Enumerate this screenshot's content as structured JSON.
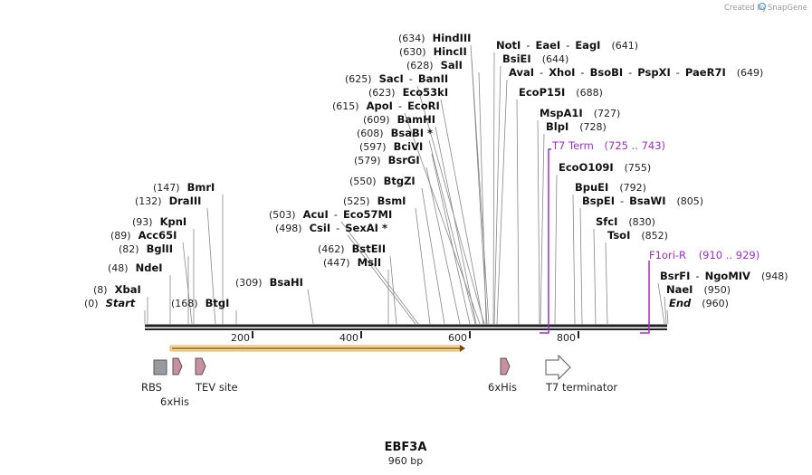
{
  "watermark": {
    "created_by": "Created by",
    "brand": "SnapGene"
  },
  "construct": {
    "name": "EBF3A",
    "length_label": "960 bp"
  },
  "sites": [
    {
      "pos": "(0)",
      "names": [
        "Start"
      ],
      "italic": true
    },
    {
      "pos": "(8)",
      "names": [
        "XbaI"
      ]
    },
    {
      "pos": "(48)",
      "names": [
        "NdeI"
      ]
    },
    {
      "pos": "(82)",
      "names": [
        "BglII"
      ]
    },
    {
      "pos": "(89)",
      "names": [
        "Acc65I"
      ]
    },
    {
      "pos": "(93)",
      "names": [
        "KpnI"
      ]
    },
    {
      "pos": "(132)",
      "names": [
        "DraIII"
      ]
    },
    {
      "pos": "(147)",
      "names": [
        "BmrI"
      ]
    },
    {
      "pos": "(168)",
      "names": [
        "BtgI"
      ]
    },
    {
      "pos": "(309)",
      "names": [
        "BsaHI"
      ]
    },
    {
      "pos": "(447)",
      "names": [
        "MslI"
      ]
    },
    {
      "pos": "(462)",
      "names": [
        "BstEII"
      ]
    },
    {
      "pos": "(498)",
      "names": [
        "CsiI",
        "SexAI *"
      ]
    },
    {
      "pos": "(503)",
      "names": [
        "AcuI",
        "Eco57MI"
      ]
    },
    {
      "pos": "(525)",
      "names": [
        "BsmI"
      ]
    },
    {
      "pos": "(550)",
      "names": [
        "BtgZI"
      ]
    },
    {
      "pos": "(579)",
      "names": [
        "BsrGI"
      ]
    },
    {
      "pos": "(597)",
      "names": [
        "BciVI"
      ]
    },
    {
      "pos": "(608)",
      "names": [
        "BsaBI *"
      ]
    },
    {
      "pos": "(609)",
      "names": [
        "BamHI"
      ]
    },
    {
      "pos": "(615)",
      "names": [
        "ApoI",
        "EcoRI"
      ]
    },
    {
      "pos": "(623)",
      "names": [
        "Eco53kI"
      ]
    },
    {
      "pos": "(625)",
      "names": [
        "SacI",
        "BanII"
      ]
    },
    {
      "pos": "(628)",
      "names": [
        "SalI"
      ]
    },
    {
      "pos": "(630)",
      "names": [
        "HincII"
      ]
    },
    {
      "pos": "(634)",
      "names": [
        "HindIII"
      ]
    },
    {
      "pos": "(641)",
      "names": [
        "NotI",
        "EaeI",
        "EagI"
      ]
    },
    {
      "pos": "(644)",
      "names": [
        "BsiEI"
      ]
    },
    {
      "pos": "(649)",
      "names": [
        "AvaI",
        "XhoI",
        "BsoBI",
        "PspXI",
        "PaeR7I"
      ]
    },
    {
      "pos": "(688)",
      "names": [
        "EcoP15I"
      ]
    },
    {
      "pos": "(727)",
      "names": [
        "MspA1I"
      ]
    },
    {
      "pos": "(728)",
      "names": [
        "BlpI"
      ]
    },
    {
      "pos": "(755)",
      "names": [
        "EcoO109I"
      ]
    },
    {
      "pos": "(792)",
      "names": [
        "BpuEI"
      ]
    },
    {
      "pos": "(805)",
      "names": [
        "BspEI",
        "BsaWI"
      ]
    },
    {
      "pos": "(830)",
      "names": [
        "SfcI"
      ]
    },
    {
      "pos": "(852)",
      "names": [
        "TsoI"
      ]
    },
    {
      "pos": "(948)",
      "names": [
        "BsrFI",
        "NgoMIV"
      ]
    },
    {
      "pos": "(950)",
      "names": [
        "NaeI"
      ]
    },
    {
      "pos": "(960)",
      "names": [
        "End"
      ],
      "italic": true
    }
  ],
  "primers": [
    {
      "name": "T7 Term",
      "range": "(725 .. 743)",
      "color": "#9b30c9"
    },
    {
      "name": "F1ori-R",
      "range": "(910 .. 929)",
      "color": "#9b30c9"
    }
  ],
  "ruler_ticks": [
    "200",
    "400",
    "600",
    "800"
  ],
  "features": [
    {
      "label": "RBS",
      "shape": "box",
      "color": "#9a9ba1"
    },
    {
      "label": "6xHis",
      "shape": "arrow",
      "color": "#c9909f"
    },
    {
      "label": "TEV site",
      "shape": "arrow",
      "color": "#c9909f"
    },
    {
      "label": "6xHis",
      "shape": "arrow",
      "color": "#c9909f"
    },
    {
      "label": "T7 terminator",
      "shape": "arrow-outline",
      "color": "#ffffff"
    }
  ],
  "orf_color": "#e6b04a"
}
